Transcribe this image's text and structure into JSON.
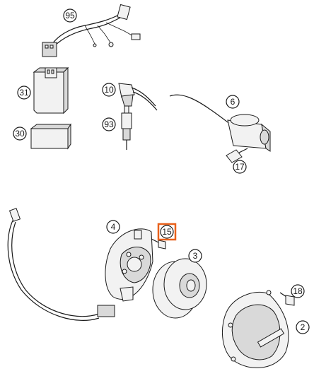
{
  "callouts": {
    "c95": "95",
    "c31": "31",
    "c30": "30",
    "c10": "10",
    "c93": "93",
    "c6": "6",
    "c17": "17",
    "c4": "4",
    "c15": "15",
    "c3": "3",
    "c18": "18",
    "c2": "2"
  },
  "highlight": {
    "color": "#e8611c"
  }
}
